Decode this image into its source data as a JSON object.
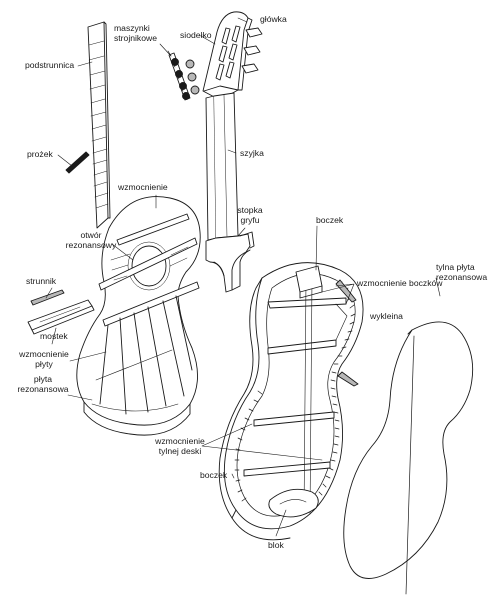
{
  "colors": {
    "ink": "#1a1a1a",
    "paper": "#ffffff",
    "shade": "#b8b8b8"
  },
  "labels": {
    "podstrunnica": "podstrunnica",
    "maszynki": "maszynki\nstrojnikowe",
    "siodelko": "siodełko",
    "glowka": "główka",
    "prozek": "prożek",
    "szyjka": "szyjka",
    "wzmocnienie_top": "wzmocnienie",
    "stopka": "stopka\ngryfu",
    "otwor": "otwór\nrezonansowy",
    "boczek_top": "boczek",
    "wzm_boczkow": "wzmocnienie boczków",
    "strunnik": "strunnik",
    "wykleina": "wykleina",
    "tylna_plyta": "tylna płyta\nrezonansowa",
    "mostek": "mostek",
    "wzm_plyty": "wzmocnienie\npłyty",
    "plyta": "płyta\nrezonansowa",
    "wzm_tylnej": "wzmocnienie\ntylnej deski",
    "boczek_bottom": "boczek",
    "blok": "blok"
  }
}
